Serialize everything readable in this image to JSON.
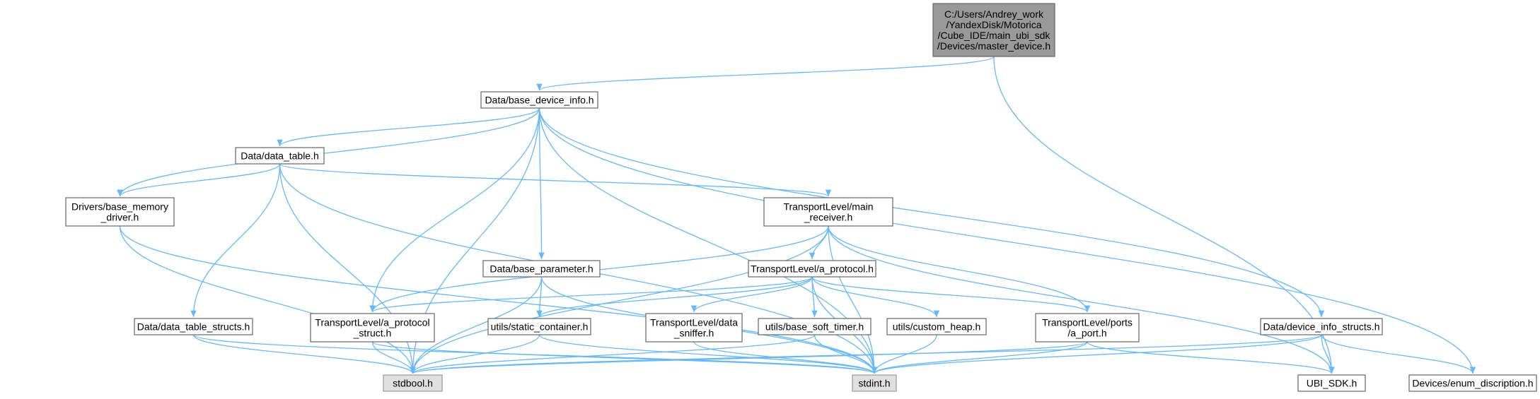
{
  "diagram": {
    "type": "include-dependency-graph",
    "colors": {
      "edge": "#63b8ff",
      "plain_fill": "#ffffff",
      "external_fill": "#e0e0e0",
      "root_fill": "#999999",
      "border": "#666666"
    },
    "nodes": [
      {
        "id": "master",
        "style": "root",
        "label": [
          "C:/Users/Andrey_work",
          "/YandexDisk/Motorica",
          "/Cube_IDE/main_ubi_sdk",
          "/Devices/master_device.h"
        ]
      },
      {
        "id": "base_device_info",
        "style": "plain",
        "label": [
          "Data/base_device_info.h"
        ]
      },
      {
        "id": "data_table",
        "style": "plain",
        "label": [
          "Data/data_table.h"
        ]
      },
      {
        "id": "base_memory_driver",
        "style": "plain",
        "label": [
          "Drivers/base_memory",
          "_driver.h"
        ]
      },
      {
        "id": "main_receiver",
        "style": "plain",
        "label": [
          "TransportLevel/main",
          "_receiver.h"
        ]
      },
      {
        "id": "base_parameter",
        "style": "plain",
        "label": [
          "Data/base_parameter.h"
        ]
      },
      {
        "id": "a_protocol",
        "style": "plain",
        "label": [
          "TransportLevel/a_protocol.h"
        ]
      },
      {
        "id": "data_table_structs",
        "style": "plain",
        "label": [
          "Data/data_table_structs.h"
        ]
      },
      {
        "id": "a_protocol_struct",
        "style": "plain",
        "label": [
          "TransportLevel/a_protocol",
          "_struct.h"
        ]
      },
      {
        "id": "static_container",
        "style": "plain",
        "label": [
          "utils/static_container.h"
        ]
      },
      {
        "id": "data_sniffer",
        "style": "plain",
        "label": [
          "TransportLevel/data",
          "_sniffer.h"
        ]
      },
      {
        "id": "base_soft_timer",
        "style": "plain",
        "label": [
          "utils/base_soft_timer.h"
        ]
      },
      {
        "id": "custom_heap",
        "style": "plain",
        "label": [
          "utils/custom_heap.h"
        ]
      },
      {
        "id": "a_port",
        "style": "plain",
        "label": [
          "TransportLevel/ports",
          "/a_port.h"
        ]
      },
      {
        "id": "device_info_structs",
        "style": "plain",
        "label": [
          "Data/device_info_structs.h"
        ]
      },
      {
        "id": "stdbool",
        "style": "external",
        "label": [
          "stdbool.h"
        ]
      },
      {
        "id": "stdint",
        "style": "external",
        "label": [
          "stdint.h"
        ]
      },
      {
        "id": "ubi_sdk",
        "style": "plain",
        "label": [
          "UBI_SDK.h"
        ]
      },
      {
        "id": "enum_description",
        "style": "plain",
        "label": [
          "Devices/enum_discription.h"
        ]
      }
    ],
    "edges": [
      [
        "master",
        "base_device_info"
      ],
      [
        "master",
        "ubi_sdk"
      ],
      [
        "base_device_info",
        "data_table"
      ],
      [
        "base_device_info",
        "base_memory_driver"
      ],
      [
        "base_device_info",
        "stdbool"
      ],
      [
        "base_device_info",
        "base_parameter"
      ],
      [
        "base_device_info",
        "a_protocol_struct"
      ],
      [
        "base_device_info",
        "stdint"
      ],
      [
        "base_device_info",
        "device_info_structs"
      ],
      [
        "base_device_info",
        "enum_description"
      ],
      [
        "data_table",
        "base_memory_driver"
      ],
      [
        "data_table",
        "main_receiver"
      ],
      [
        "data_table",
        "data_table_structs"
      ],
      [
        "data_table",
        "stdbool"
      ],
      [
        "data_table",
        "stdint"
      ],
      [
        "base_memory_driver",
        "stdbool"
      ],
      [
        "base_memory_driver",
        "stdint"
      ],
      [
        "main_receiver",
        "a_protocol"
      ],
      [
        "main_receiver",
        "a_protocol_struct"
      ],
      [
        "main_receiver",
        "a_port"
      ],
      [
        "main_receiver",
        "stdbool"
      ],
      [
        "main_receiver",
        "stdint"
      ],
      [
        "main_receiver",
        "ubi_sdk"
      ],
      [
        "base_parameter",
        "static_container"
      ],
      [
        "base_parameter",
        "stdbool"
      ],
      [
        "base_parameter",
        "stdint"
      ],
      [
        "a_protocol",
        "a_protocol_struct"
      ],
      [
        "a_protocol",
        "static_container"
      ],
      [
        "a_protocol",
        "data_sniffer"
      ],
      [
        "a_protocol",
        "base_soft_timer"
      ],
      [
        "a_protocol",
        "custom_heap"
      ],
      [
        "a_protocol",
        "a_port"
      ],
      [
        "a_protocol",
        "stdint"
      ],
      [
        "data_table_structs",
        "stdbool"
      ],
      [
        "data_table_structs",
        "stdint"
      ],
      [
        "a_protocol_struct",
        "stdbool"
      ],
      [
        "a_protocol_struct",
        "stdint"
      ],
      [
        "static_container",
        "stdbool"
      ],
      [
        "static_container",
        "stdint"
      ],
      [
        "data_sniffer",
        "stdint"
      ],
      [
        "base_soft_timer",
        "stdbool"
      ],
      [
        "base_soft_timer",
        "stdint"
      ],
      [
        "custom_heap",
        "stdint"
      ],
      [
        "a_port",
        "stdbool"
      ],
      [
        "a_port",
        "stdint"
      ],
      [
        "a_port",
        "ubi_sdk"
      ],
      [
        "device_info_structs",
        "stdbool"
      ],
      [
        "device_info_structs",
        "stdint"
      ],
      [
        "device_info_structs",
        "ubi_sdk"
      ],
      [
        "device_info_structs",
        "enum_description"
      ]
    ]
  }
}
